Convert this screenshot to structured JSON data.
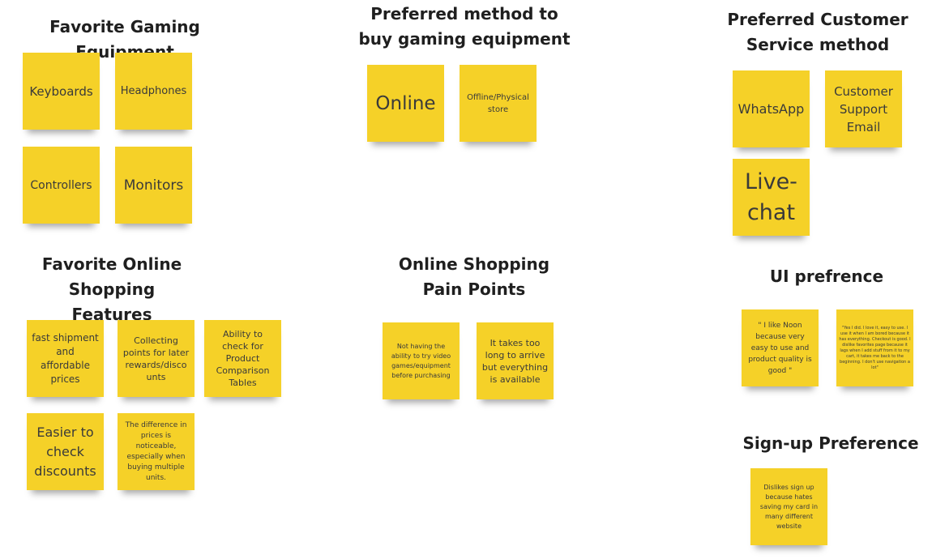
{
  "board": {
    "background": "#ffffff",
    "note_color": "#f5d128",
    "sections": {
      "gaming_equipment": {
        "title": "Favorite Gaming Equipment",
        "notes": [
          "Keyboards",
          "Headphones",
          "Controllers",
          "Monitors"
        ]
      },
      "purchase_method": {
        "title": "Preferred method to buy gaming equipment",
        "notes": [
          "Online",
          "Offline/Physical store"
        ]
      },
      "customer_service": {
        "title": "Preferred Customer Service method",
        "notes": [
          "WhatsApp",
          "Customer Support Email",
          "Live-chat"
        ]
      },
      "online_shopping_features": {
        "title": "Favorite Online Shopping Features",
        "notes": [
          "fast shipment and affordable prices",
          "Collecting points for later rewards/discounts",
          "Ability to check for Product Comparison Tables",
          "Easier to check discounts",
          "The difference in prices is noticeable, especially when buying multiple units."
        ]
      },
      "pain_points": {
        "title": "Online Shopping Pain Points",
        "notes": [
          "Not having the ability to try video games/equipment before purchasing",
          "It takes too long to arrive but everything is available"
        ]
      },
      "ui_preference": {
        "title": "UI prefrence",
        "notes": [
          "\" I like Noon because very easy to use and product quality is good \"",
          "\"Yes I did. I love it, easy to use. I use it when I am bored because it has everything. Checkout is good. I dislike favorites page because it lags when I add stuff from it to my cart, it takes me back to the beginning. I don't use navigation a lot\""
        ]
      },
      "signup_preference": {
        "title": "Sign-up Preference",
        "notes": [
          "Dislikes sign up because hates saving my card in many different website"
        ]
      }
    }
  }
}
